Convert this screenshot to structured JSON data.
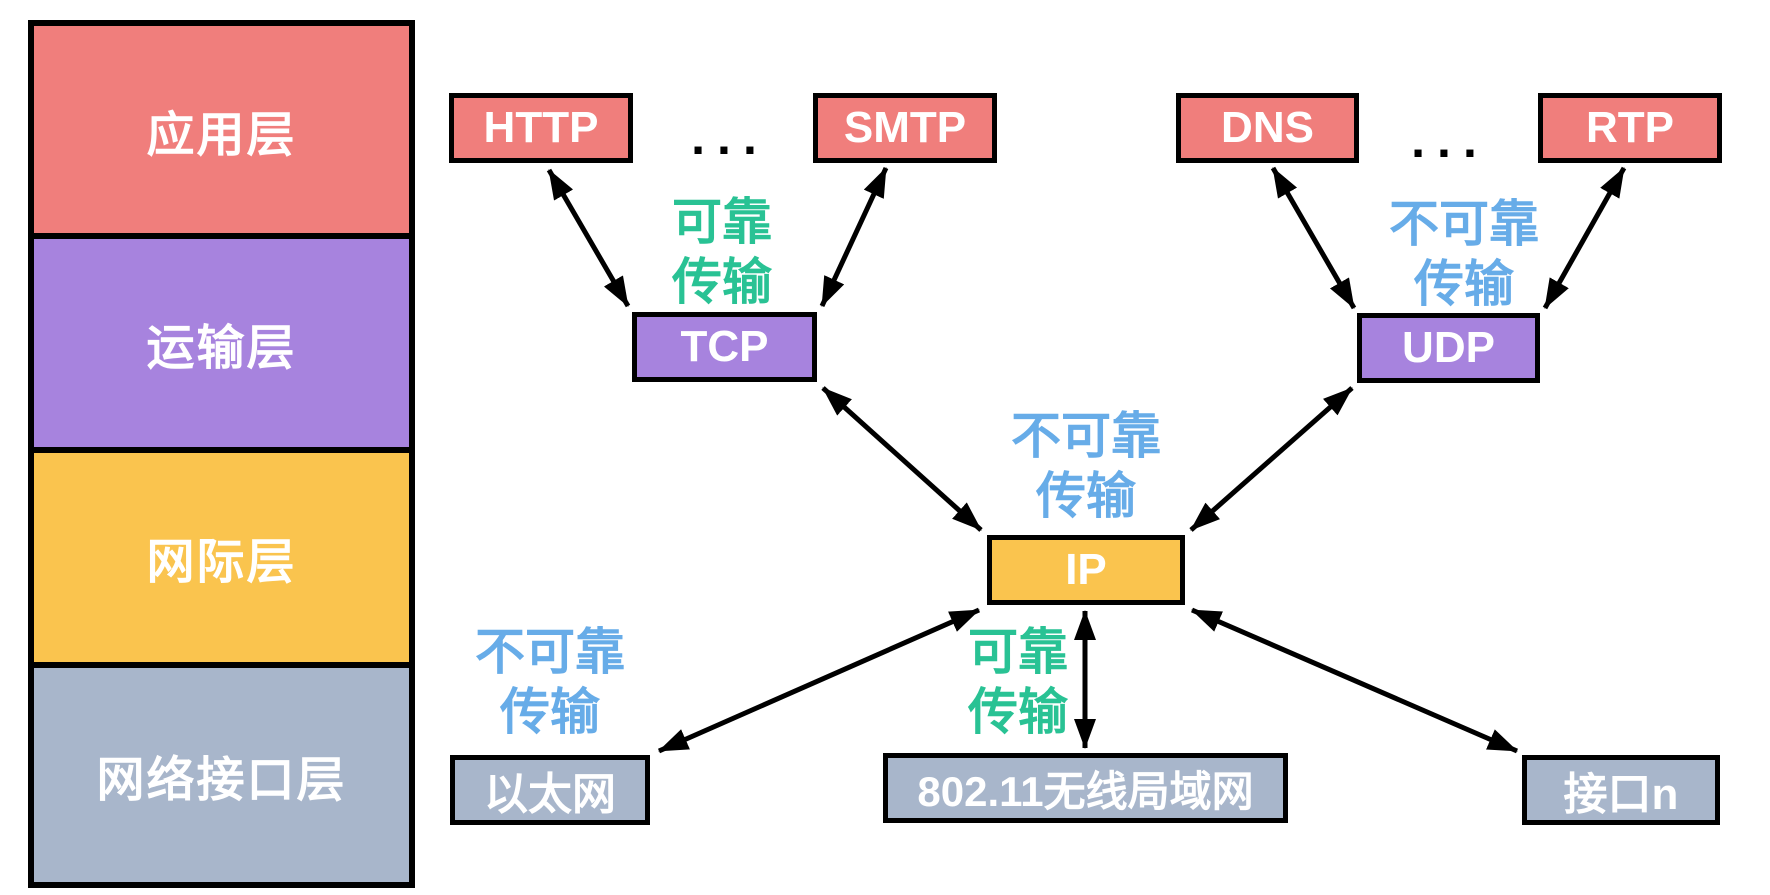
{
  "colors": {
    "application": "#F07E7C",
    "transport": "#A783DE",
    "internet": "#FAC44E",
    "network_interface": "#A8B6CB",
    "reliable": "#29C294",
    "unreliable": "#67ACE8",
    "ink": "#000000",
    "background": "#FFFFFF"
  },
  "layer_stack": [
    {
      "id": "application",
      "label": "应用层"
    },
    {
      "id": "transport",
      "label": "运输层"
    },
    {
      "id": "internet",
      "label": "网际层"
    },
    {
      "id": "network_interface",
      "label": "网络接口层"
    }
  ],
  "boxes": {
    "http": "HTTP",
    "smtp": "SMTP",
    "dns": "DNS",
    "rtp": "RTP",
    "tcp": "TCP",
    "udp": "UDP",
    "ip": "IP",
    "ethernet": "以太网",
    "wlan": "802.11无线局域网",
    "interface_n": "接口n"
  },
  "ellipsis": {
    "left": "...",
    "right": "..."
  },
  "annotations": [
    {
      "id": "reliable-top",
      "kind": "reliable",
      "line1": "可靠",
      "line2": "传输"
    },
    {
      "id": "unreliable-top-right",
      "kind": "unreliable",
      "line1": "不可靠",
      "line2": "传输"
    },
    {
      "id": "unreliable-middle",
      "kind": "unreliable",
      "line1": "不可靠",
      "line2": "传输"
    },
    {
      "id": "unreliable-bottom-left",
      "kind": "unreliable",
      "line1": "不可靠",
      "line2": "传输"
    },
    {
      "id": "reliable-bottom",
      "kind": "reliable",
      "line1": "可靠",
      "line2": "传输"
    }
  ],
  "connections": [
    {
      "from": "HTTP",
      "to": "TCP",
      "bidirectional": true
    },
    {
      "from": "SMTP",
      "to": "TCP",
      "bidirectional": true
    },
    {
      "from": "DNS",
      "to": "UDP",
      "bidirectional": true
    },
    {
      "from": "RTP",
      "to": "UDP",
      "bidirectional": true
    },
    {
      "from": "TCP",
      "to": "IP",
      "bidirectional": true
    },
    {
      "from": "UDP",
      "to": "IP",
      "bidirectional": true
    },
    {
      "from": "IP",
      "to": "以太网",
      "bidirectional": true
    },
    {
      "from": "IP",
      "to": "802.11无线局域网",
      "bidirectional": true
    },
    {
      "from": "IP",
      "to": "接口n",
      "bidirectional": true
    }
  ]
}
